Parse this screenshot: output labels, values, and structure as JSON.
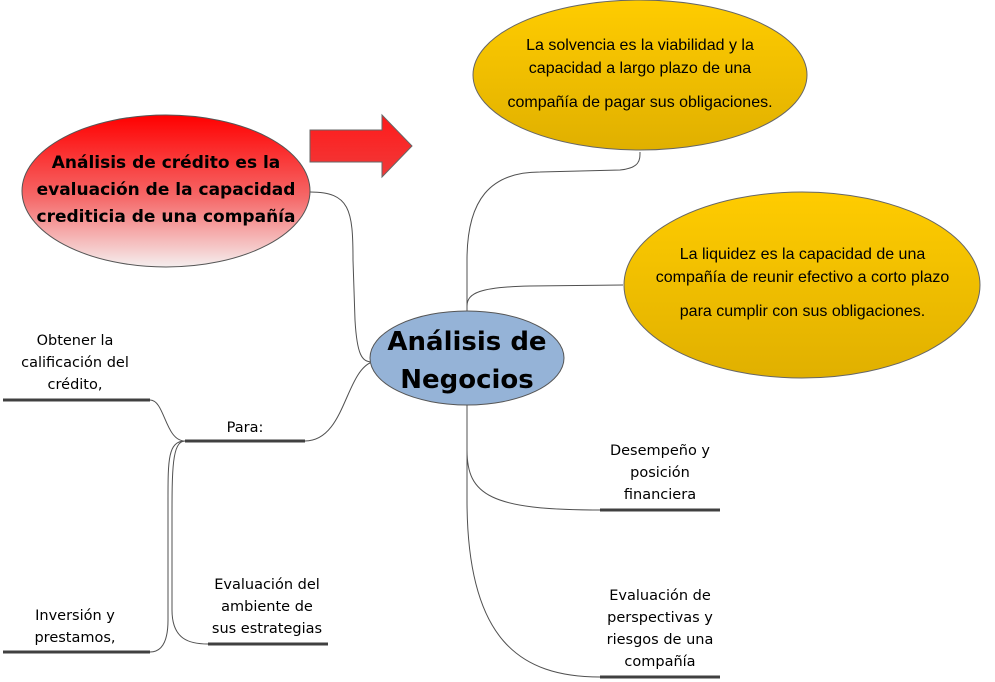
{
  "center": {
    "title_line1": "Análisis de",
    "title_line2": "Negocios"
  },
  "credit": {
    "line1": "Análisis de crédito es la",
    "line2": "evaluación de la capacidad",
    "line3": "crediticia de una compañía"
  },
  "solvency": {
    "line1": "La solvencia es la viabilidad y la",
    "line2": "capacidad a largo plazo de una",
    "line3": "compañía de pagar sus obligaciones."
  },
  "liquidity": {
    "line1": "La liquidez es la capacidad de una",
    "line2": "compañía de reunir efectivo a corto plazo",
    "line3": "para cumplir con sus obligaciones."
  },
  "para": {
    "label": "Para:"
  },
  "left_items": [
    {
      "line1": "Obtener la",
      "line2": "calificación del",
      "line3": "crédito,"
    },
    {
      "line1": "Evaluación del",
      "line2": "ambiente de",
      "line3": "sus estrategias"
    },
    {
      "line1": "Inversión y",
      "line2": "prestamos,"
    }
  ],
  "right_items": [
    {
      "line1": "Desempeño y",
      "line2": "posición",
      "line3": "financiera"
    },
    {
      "line1": "Evaluación de",
      "line2": "perspectivas y",
      "line3": "riesgos de una",
      "line4": "compañía"
    }
  ],
  "colors": {
    "red": "#ff0000",
    "yellow": "#f5c400",
    "blue": "#95b3d7",
    "line": "#404040"
  }
}
